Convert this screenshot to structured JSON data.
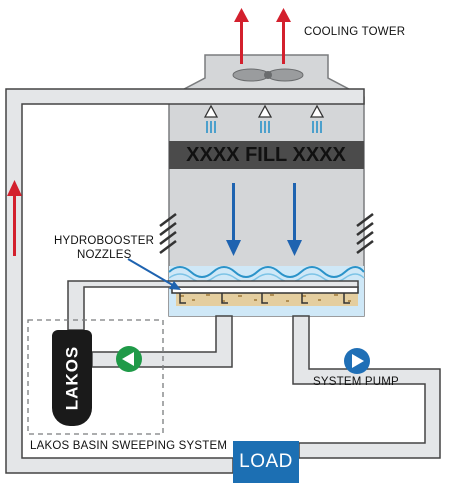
{
  "title": "COOLING TOWER",
  "fill_label": "FILL",
  "fill_hatch": "XXXX",
  "nozzles_label_line1": "HYDROBOOSTER",
  "nozzles_label_line2": "NOZZLES",
  "pump_label": "SYSTEM PUMP",
  "system_label": "LAKOS BASIN SWEEPING SYSTEM",
  "load_label": "LOAD",
  "brand_label": "LAKOS",
  "colors": {
    "pipe_fill": "#e4e6e8",
    "pipe_outline": "#444444",
    "tower_gray": "#d4d6d8",
    "water_blue": "#cfe8f7",
    "flow_arrow_blue": "#1e63b0",
    "hot_air_red": "#d3202d",
    "load_blue": "#1c6fb3",
    "pump_blue": "#1f6fb6",
    "lakos_pump_green": "#1f9a48",
    "fill_dark": "#4b4b4b"
  },
  "icons": [
    "fan-icon",
    "spray-nozzle-icon",
    "pump-arrow-icon",
    "flow-arrow-icon"
  ]
}
